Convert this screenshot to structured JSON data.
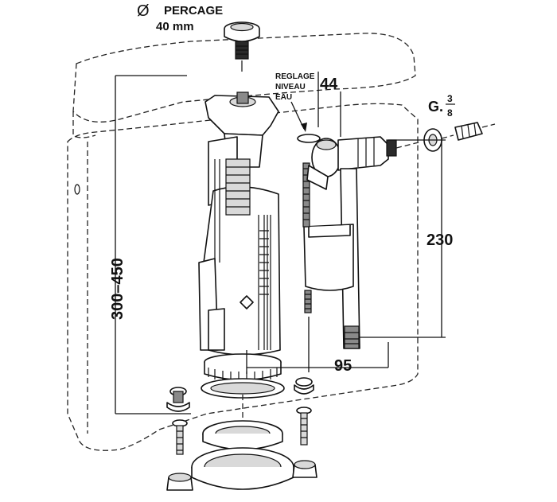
{
  "labels": {
    "diameter_symbol": "Ø",
    "drilling": "PERCAGE",
    "drilling_size": "40 mm",
    "water_level_1": "REGLAGE",
    "water_level_2": "NIVEAU",
    "water_level_3": "EAU",
    "dim_44": "44",
    "thread_prefix": "G.",
    "thread_num": "3",
    "thread_den": "8",
    "dim_230": "230",
    "dim_95": "95",
    "dim_300_450": "300–450"
  }
}
